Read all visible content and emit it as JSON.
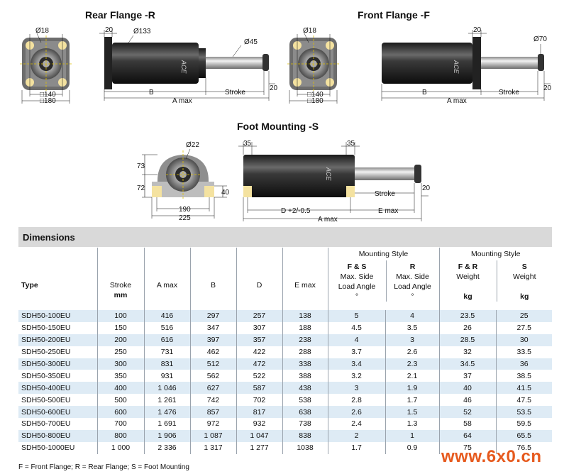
{
  "diagrams": {
    "rear_flange": {
      "title": "Rear Flange -R",
      "labels": {
        "d_bolt": "Ø18",
        "flange_th": "20",
        "d_flange": "Ø133",
        "d_rod": "Ø45",
        "sq1": "□140",
        "sq2": "□180",
        "b": "B",
        "stroke": "Stroke",
        "amax": "A max",
        "rod_end": "20"
      },
      "body_text": "ACE"
    },
    "front_flange": {
      "title": "Front Flange -F",
      "labels": {
        "d_bolt": "Ø18",
        "flange_th": "20",
        "d_rod": "Ø70",
        "sq1": "□140",
        "sq2": "□180",
        "b": "B",
        "stroke": "Stroke",
        "amax": "A max",
        "rod_end": "20"
      },
      "body_text": "ACE"
    },
    "foot_mounting": {
      "title": "Foot Mounting -S",
      "labels": {
        "d_hole": "Ø22",
        "h_upper": "73",
        "h_lower": "72",
        "foot_h": "40",
        "w_inner": "190",
        "w_outer": "225",
        "foot1": "35",
        "foot2": "35",
        "stroke": "Stroke",
        "rod_end": "20",
        "d": "D +2/-0.5",
        "emax": "E max",
        "amax": "A max"
      },
      "body_text": "ACE"
    }
  },
  "dimensions": {
    "title": "Dimensions",
    "group_headers": {
      "mounting_style_1": "Mounting Style",
      "mounting_style_2": "Mounting Style"
    },
    "columns": {
      "type": "Type",
      "stroke": "Stroke",
      "stroke_unit": "mm",
      "amax": "A max",
      "b": "B",
      "d": "D",
      "emax": "E max",
      "fs": "F & S",
      "fs_sub1": "Max. Side",
      "fs_sub2": "Load Angle",
      "fs_unit": "°",
      "r": "R",
      "r_sub1": "Max. Side",
      "r_sub2": "Load Angle",
      "r_unit": "°",
      "fr": "F & R",
      "fr_sub": "Weight",
      "fr_unit": "kg",
      "s": "S",
      "s_sub": "Weight",
      "s_unit": "kg"
    },
    "rows": [
      [
        "SDH50-100EU",
        "100",
        "416",
        "297",
        "257",
        "138",
        "5",
        "4",
        "23.5",
        "25"
      ],
      [
        "SDH50-150EU",
        "150",
        "516",
        "347",
        "307",
        "188",
        "4.5",
        "3.5",
        "26",
        "27.5"
      ],
      [
        "SDH50-200EU",
        "200",
        "616",
        "397",
        "357",
        "238",
        "4",
        "3",
        "28.5",
        "30"
      ],
      [
        "SDH50-250EU",
        "250",
        "731",
        "462",
        "422",
        "288",
        "3.7",
        "2.6",
        "32",
        "33.5"
      ],
      [
        "SDH50-300EU",
        "300",
        "831",
        "512",
        "472",
        "338",
        "3.4",
        "2.3",
        "34.5",
        "36"
      ],
      [
        "SDH50-350EU",
        "350",
        "931",
        "562",
        "522",
        "388",
        "3.2",
        "2.1",
        "37",
        "38.5"
      ],
      [
        "SDH50-400EU",
        "400",
        "1 046",
        "627",
        "587",
        "438",
        "3",
        "1.9",
        "40",
        "41.5"
      ],
      [
        "SDH50-500EU",
        "500",
        "1 261",
        "742",
        "702",
        "538",
        "2.8",
        "1.7",
        "46",
        "47.5"
      ],
      [
        "SDH50-600EU",
        "600",
        "1 476",
        "857",
        "817",
        "638",
        "2.6",
        "1.5",
        "52",
        "53.5"
      ],
      [
        "SDH50-700EU",
        "700",
        "1 691",
        "972",
        "932",
        "738",
        "2.4",
        "1.3",
        "58",
        "59.5"
      ],
      [
        "SDH50-800EU",
        "800",
        "1 906",
        "1 087",
        "1 047",
        "838",
        "2",
        "1",
        "64",
        "65.5"
      ],
      [
        "SDH50-1000EU",
        "1 000",
        "2 336",
        "1 317",
        "1 277",
        "1038",
        "1.7",
        "0.9",
        "75",
        "76.5"
      ]
    ],
    "footnote": "F = Front Flange; R = Rear Flange; S = Foot Mounting"
  },
  "watermark": "www.6x0.cn",
  "colors": {
    "row_alt": "#deebf5",
    "header_bar": "#d9d9d9",
    "watermark": "#e65a1e",
    "flange_yellow": "#f4e2a0"
  }
}
